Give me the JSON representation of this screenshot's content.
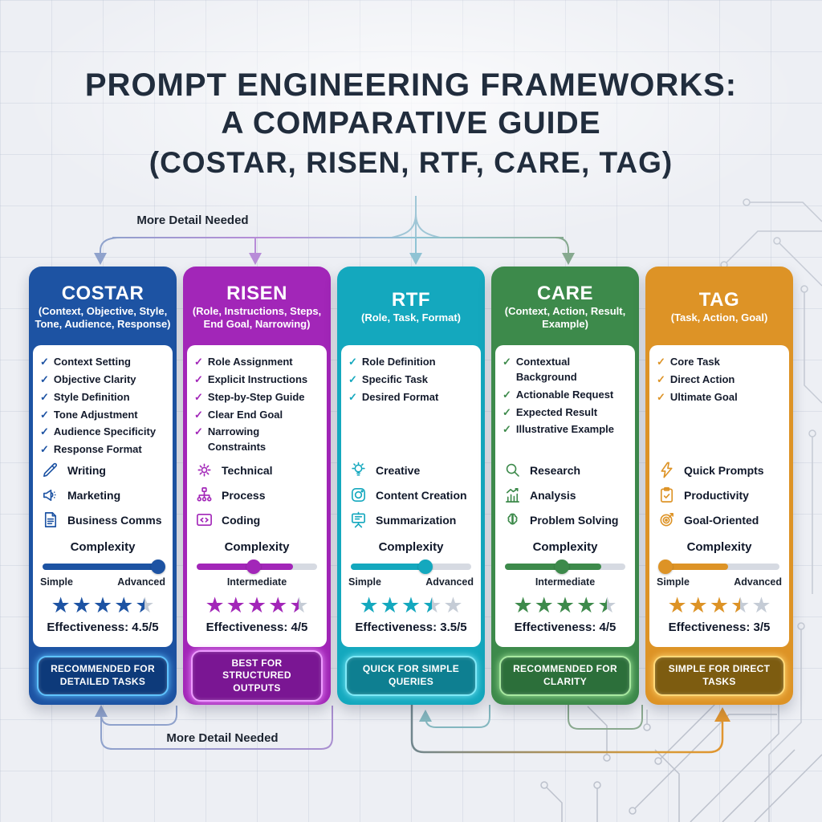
{
  "title": {
    "line1": "PROMPT ENGINEERING FRAMEWORKS:",
    "line2": "A COMPARATIVE GUIDE",
    "line3": "(COSTAR, RISEN, RTF, CARE, TAG)"
  },
  "flow": {
    "top_label": "More Detail Needed",
    "bottom_label": "More Detail Needed"
  },
  "columns": [
    {
      "id": "costar",
      "title": "COSTAR",
      "subtitle": "(Context, Objective, Style, Tone, Audience, Response)",
      "accent": "#1d53a3",
      "badge_bg": "#0d3a7a",
      "badge_border": "#5fc3ff",
      "checklist": [
        "Context Setting",
        "Objective Clarity",
        "Style Definition",
        "Tone Adjustment",
        "Audience Specificity",
        "Response Format"
      ],
      "use_cases": [
        {
          "icon": "pencil-icon",
          "label": "Writing"
        },
        {
          "icon": "megaphone-icon",
          "label": "Marketing"
        },
        {
          "icon": "document-icon",
          "label": "Business Comms"
        }
      ],
      "complexity": {
        "label": "Complexity",
        "fill_pct": 100,
        "knob_pct": 96,
        "scale_labels": [
          "Simple",
          "Advanced"
        ]
      },
      "stars": [
        "full",
        "full",
        "full",
        "full",
        "half"
      ],
      "effectiveness": "Effectiveness: 4.5/5",
      "badge": "RECOMMENDED FOR DETAILED TASKS"
    },
    {
      "id": "risen",
      "title": "RISEN",
      "subtitle": "(Role, Instructions, Steps, End Goal, Narrowing)",
      "accent": "#a226b8",
      "badge_bg": "#7a1693",
      "badge_border": "#ee9bff",
      "checklist": [
        "Role Assignment",
        "Explicit Instructions",
        "Step-by-Step Guide",
        "Clear End Goal",
        "Narrowing Constraints"
      ],
      "use_cases": [
        {
          "icon": "gear-icon",
          "label": "Technical"
        },
        {
          "icon": "flowchart-icon",
          "label": "Process"
        },
        {
          "icon": "code-window-icon",
          "label": "Coding"
        }
      ],
      "complexity": {
        "label": "Complexity",
        "fill_pct": 80,
        "knob_pct": 47,
        "scale_labels": [
          "Intermediate"
        ]
      },
      "stars": [
        "full",
        "full",
        "full",
        "full",
        "half"
      ],
      "effectiveness": "Effectiveness: 4/5",
      "badge": "BEST FOR STRUCTURED OUTPUTS"
    },
    {
      "id": "rtf",
      "title": "RTF",
      "subtitle": "(Role, Task, Format)",
      "accent": "#14a8be",
      "badge_bg": "#0e7f91",
      "badge_border": "#7fe9f7",
      "checklist": [
        "Role Definition",
        "Specific Task",
        "Desired Format"
      ],
      "use_cases": [
        {
          "icon": "lightbulb-icon",
          "label": "Creative"
        },
        {
          "icon": "camera-icon",
          "label": "Content Creation"
        },
        {
          "icon": "presentation-icon",
          "label": "Summarization"
        }
      ],
      "complexity": {
        "label": "Complexity",
        "fill_pct": 62,
        "knob_pct": 62,
        "scale_labels": [
          "Simple",
          "Advanced"
        ]
      },
      "stars": [
        "full",
        "full",
        "full",
        "half",
        "empty"
      ],
      "effectiveness": "Effectiveness: 3.5/5",
      "badge": "QUICK FOR SIMPLE QUERIES"
    },
    {
      "id": "care",
      "title": "CARE",
      "subtitle": "(Context, Action, Result, Example)",
      "accent": "#3d8a4b",
      "badge_bg": "#2c6f3a",
      "badge_border": "#a8e9a0",
      "checklist": [
        "Contextual Background",
        "Actionable Request",
        "Expected Result",
        "Illustrative Example"
      ],
      "use_cases": [
        {
          "icon": "magnifier-icon",
          "label": "Research"
        },
        {
          "icon": "bar-chart-icon",
          "label": "Analysis"
        },
        {
          "icon": "brain-icon",
          "label": "Problem Solving"
        }
      ],
      "complexity": {
        "label": "Complexity",
        "fill_pct": 80,
        "knob_pct": 47,
        "scale_labels": [
          "Intermediate"
        ]
      },
      "stars": [
        "full",
        "full",
        "full",
        "full",
        "half"
      ],
      "effectiveness": "Effectiveness: 4/5",
      "badge": "RECOMMENDED FOR CLARITY"
    },
    {
      "id": "tag",
      "title": "TAG",
      "subtitle": "(Task, Action, Goal)",
      "accent": "#dd9326",
      "badge_bg": "#7d5c10",
      "badge_border": "#ffd978",
      "checklist": [
        "Core Task",
        "Direct Action",
        "Ultimate Goal"
      ],
      "use_cases": [
        {
          "icon": "lightning-icon",
          "label": "Quick Prompts"
        },
        {
          "icon": "clipboard-icon",
          "label": "Productivity"
        },
        {
          "icon": "target-icon",
          "label": "Goal-Oriented"
        }
      ],
      "complexity": {
        "label": "Complexity",
        "fill_pct": 57,
        "knob_pct": 5,
        "scale_labels": [
          "Simple",
          "Advanced"
        ]
      },
      "stars": [
        "full",
        "full",
        "full",
        "half",
        "empty"
      ],
      "effectiveness": "Effectiveness: 3/5",
      "badge": "SIMPLE FOR DIRECT TASKS"
    }
  ]
}
